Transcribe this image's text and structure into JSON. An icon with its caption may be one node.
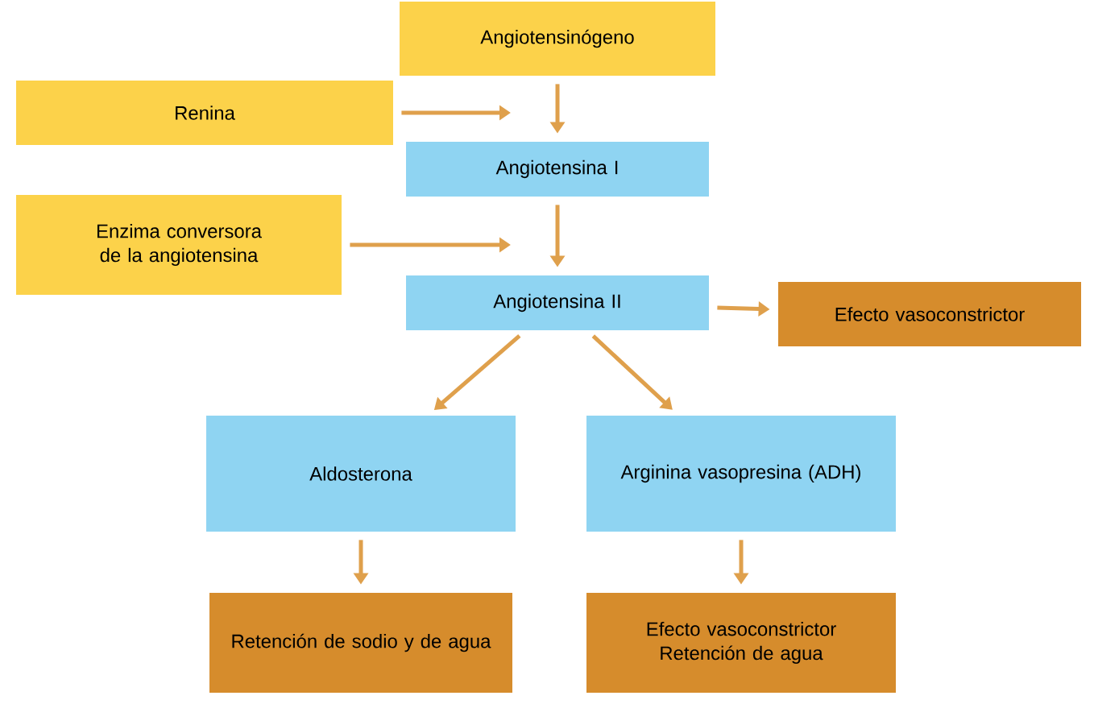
{
  "diagram": {
    "nodes": [
      {
        "text": [
          "Angiotensinógeno"
        ]
      },
      {
        "text": [
          "Renina"
        ]
      },
      {
        "text": [
          "Angiotensina I"
        ]
      },
      {
        "text": [
          "Enzima conversora de la angiotensina"
        ]
      },
      {
        "text": [
          "Angiotensina II"
        ]
      },
      {
        "text": [
          "Efecto vasoconstrictor"
        ]
      },
      {
        "text": [
          "Aldosterona"
        ]
      },
      {
        "text": [
          "Arginina vasopresina (ADH)"
        ]
      },
      {
        "text": [
          "Retención de sodio y de agua"
        ]
      },
      {
        "text": [
          "Efecto vasoconstrictor Retención de agua"
        ]
      }
    ],
    "edges": [
      {
        "from": 0,
        "to": 2,
        "arrow": "to"
      },
      {
        "from": 1,
        "to": null,
        "arrow": "to"
      },
      {
        "from": 2,
        "to": 4,
        "arrow": "to"
      },
      {
        "from": 3,
        "to": null,
        "arrow": "to"
      },
      {
        "from": 4,
        "to": 5,
        "arrow": "to"
      },
      {
        "from": 4,
        "to": 6,
        "arrow": "to"
      },
      {
        "from": 4,
        "to": 7,
        "arrow": "to"
      },
      {
        "from": 6,
        "to": 8,
        "arrow": "to"
      },
      {
        "from": 7,
        "to": 9,
        "arrow": "to"
      }
    ]
  }
}
